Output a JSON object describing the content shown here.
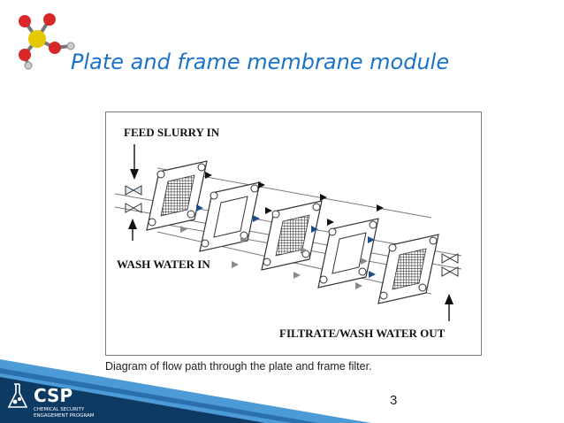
{
  "slide": {
    "title": "Plate and frame membrane module",
    "page_number": "3"
  },
  "diagram": {
    "labels": {
      "feed": "FEED SLURRY IN",
      "wash": "WASH WATER IN",
      "out": "FILTRATE/WASH WATER OUT"
    },
    "caption": "Diagram of flow path through the plate and frame filter."
  },
  "footer": {
    "logo_text": "CSP",
    "logo_line1": "CHEMICAL SECURITY",
    "logo_line2": "ENGAGEMENT PROGRAM"
  },
  "colors": {
    "title": "#1a73c8",
    "footer_dark": "#0d3a63",
    "footer_light": "#4d9bd6",
    "arrow_blue": "#1d4e89",
    "arrow_gray": "#8a8a8a"
  }
}
